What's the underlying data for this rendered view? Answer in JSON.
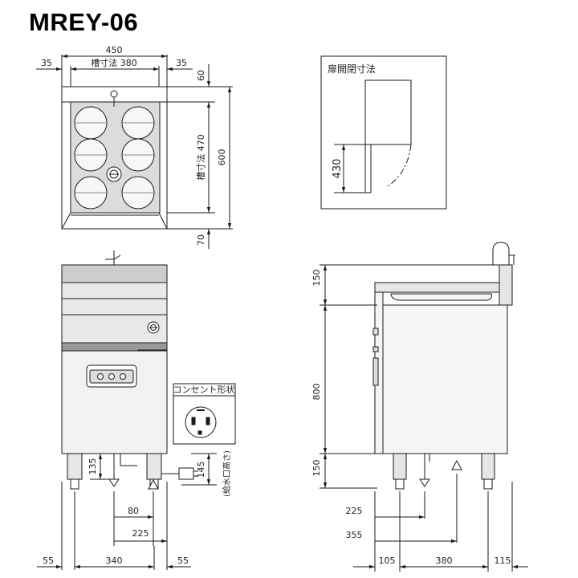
{
  "title": "MREY-06",
  "top_view": {
    "dim_total_width": "450",
    "dim_side_left": "35",
    "dim_tank_width": "槽寸法 380",
    "dim_side_right": "35",
    "dim_back": "60",
    "dim_tank_depth": "槽寸法 470",
    "dim_total_depth": "600",
    "dim_front": "70"
  },
  "door_view": {
    "label": "扉開閉寸法",
    "dim_door": "430"
  },
  "front_view": {
    "dim_leg_height": "135",
    "dim_drain_offset": "80",
    "dim_water_offset": "225",
    "dim_left_margin": "55",
    "dim_leg_span": "340",
    "dim_right_margin": "55",
    "dim_water_height": "145",
    "water_label": "(給水口高さ)",
    "outlet_label": "コンセント形状"
  },
  "side_view": {
    "dim_backguard": "150",
    "dim_body": "800",
    "dim_leg": "150",
    "dim_drain_pos": "225",
    "dim_water_pos": "355",
    "dim_front_overhang": "105",
    "dim_leg_span": "380",
    "dim_rear_overhang": "115"
  },
  "colors": {
    "line": "#1a1a1a",
    "panel_fill": "#c8c8c8",
    "panel_light": "#e6e6e6",
    "burner_fill": "#f7f7f7"
  }
}
